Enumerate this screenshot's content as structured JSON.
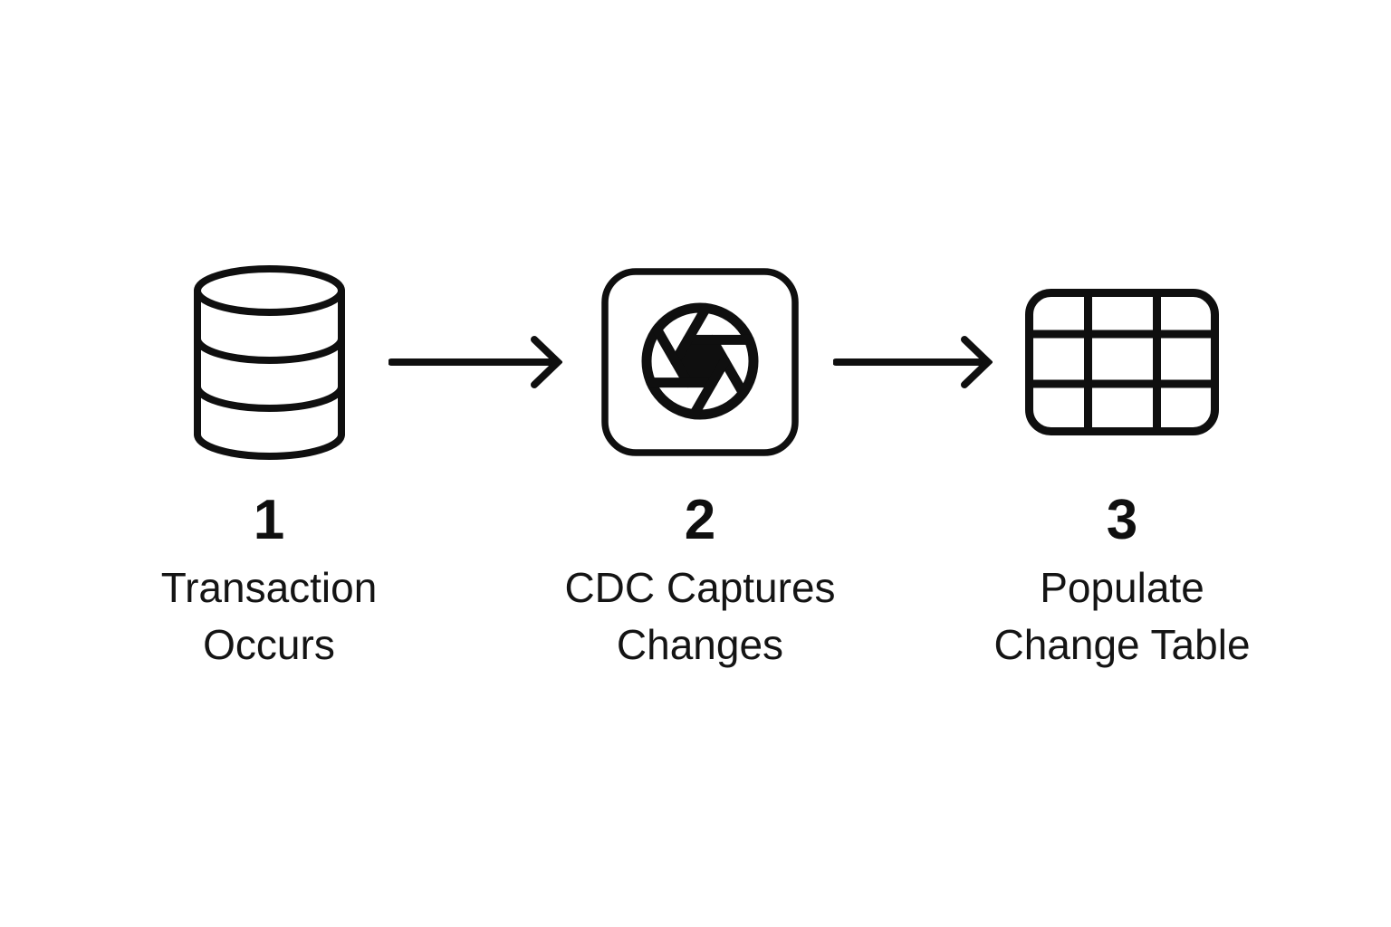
{
  "page": {
    "background_color": "#ffffff",
    "ink_color": "#0f0f0f"
  },
  "diagram": {
    "title": "",
    "type": "process-flow",
    "steps": [
      {
        "number": "1",
        "label": "Transaction Occurs",
        "lines": [
          "Transaction",
          "Occurs"
        ],
        "icon": "database-icon"
      },
      {
        "number": "2",
        "label": "CDC Captures Changes",
        "lines": [
          "CDC Captures",
          "Changes"
        ],
        "icon": "aperture-icon"
      },
      {
        "number": "3",
        "label": "Populate Change Table",
        "lines": [
          "Populate",
          "Change Table"
        ],
        "icon": "table-grid-icon"
      }
    ],
    "connectors": [
      {
        "from": "1",
        "to": "2",
        "style": "right-arrow"
      },
      {
        "from": "2",
        "to": "3",
        "style": "right-arrow"
      }
    ]
  }
}
